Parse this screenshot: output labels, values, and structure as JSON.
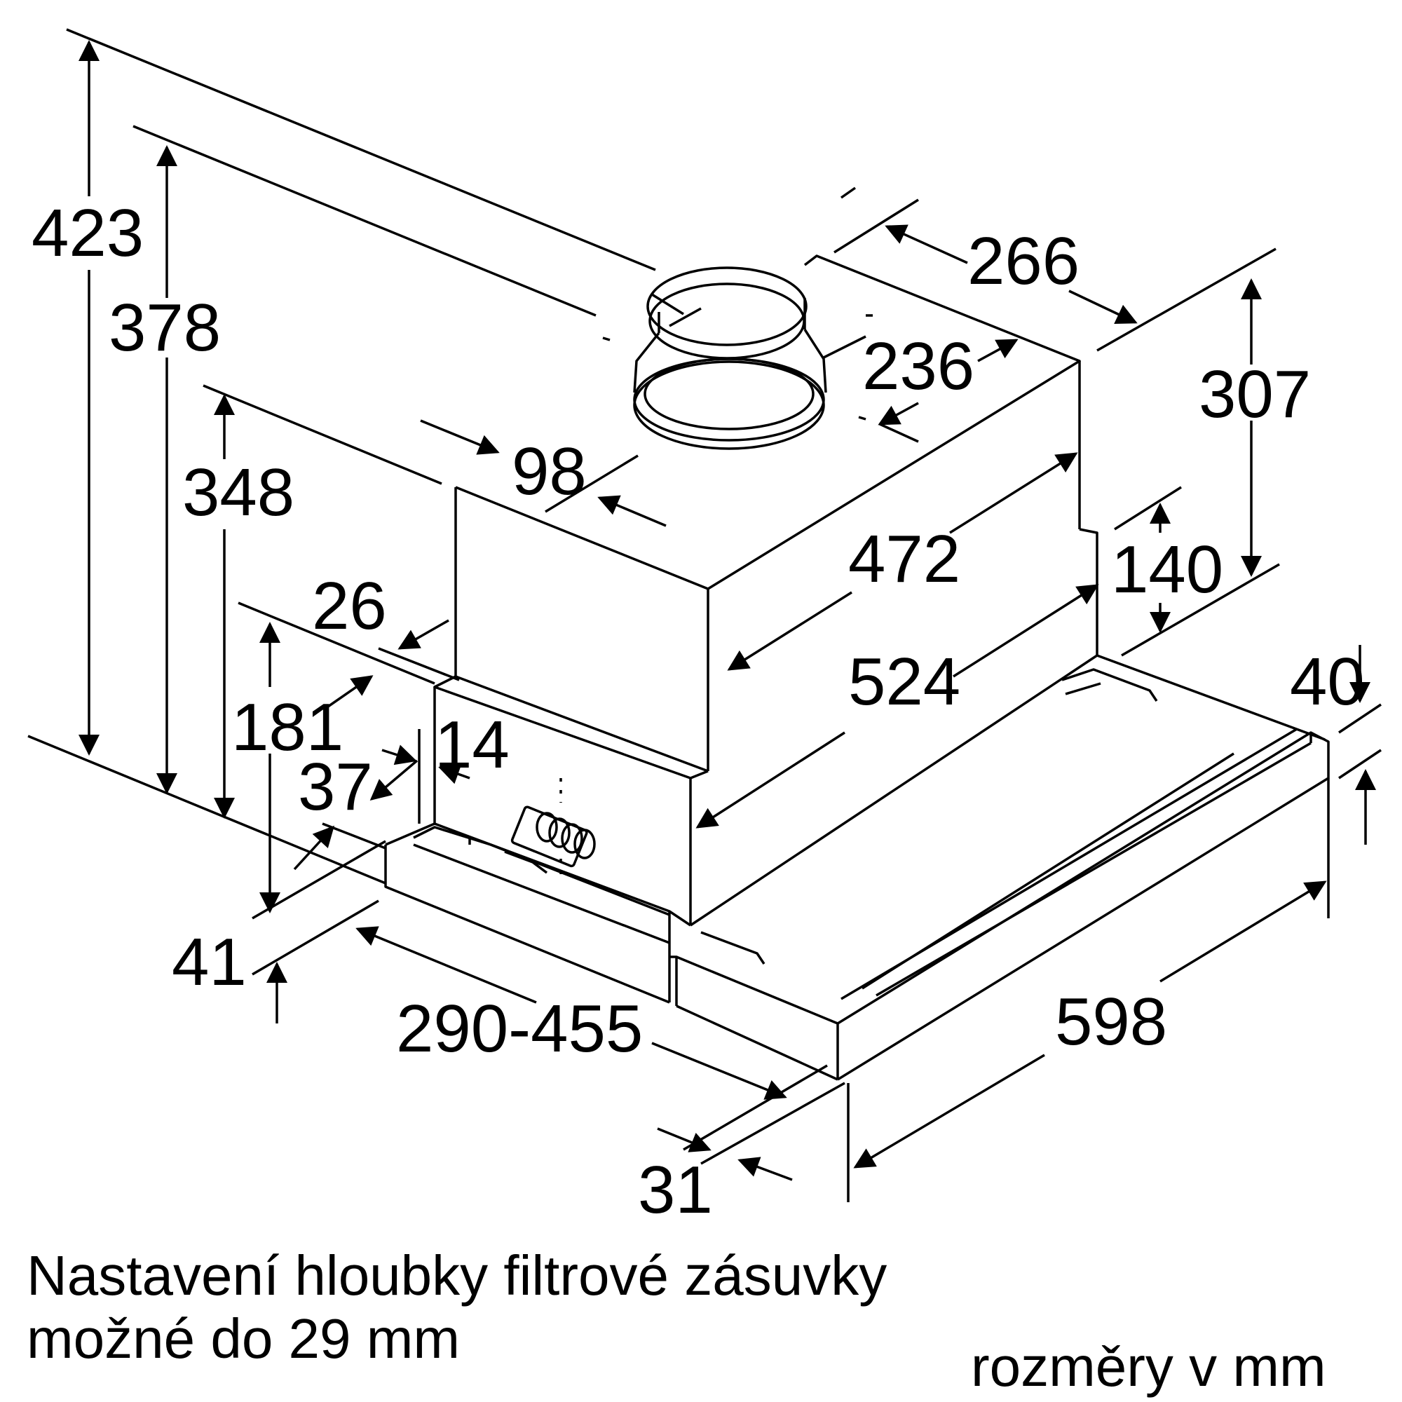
{
  "dimensions": {
    "d423": "423",
    "d378": "378",
    "d348": "348",
    "d181": "181",
    "d41": "41",
    "d37": "37",
    "d14": "14",
    "d26": "26",
    "d98": "98",
    "d236": "236",
    "d266": "266",
    "d307": "307",
    "d140": "140",
    "d472": "472",
    "d524": "524",
    "d40": "40",
    "d598": "598",
    "d290_455": "290-455",
    "d31": "31"
  },
  "notes": {
    "adjustment_line1": "Nastavení hloubky filtrové zásuvky",
    "adjustment_line2": "možné do 29 mm",
    "units": "rozměry v mm"
  }
}
